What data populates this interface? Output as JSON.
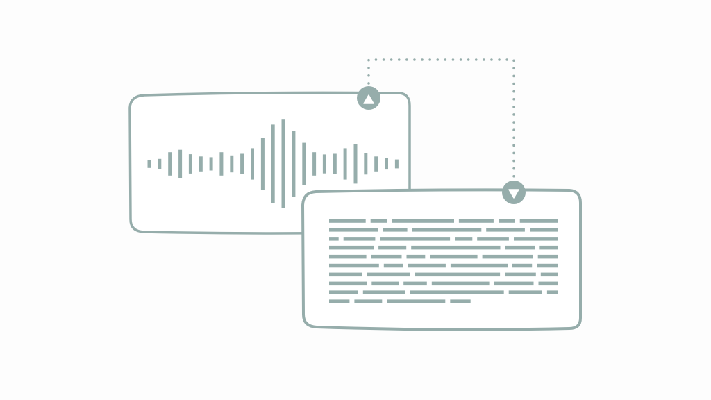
{
  "colors": {
    "background": "#fdfdfd",
    "stroke": "#96adab",
    "panel_fill": "#ffffff"
  },
  "audio_panel": {
    "icon": "upload-arrow-icon",
    "waveform_levels": [
      0.2,
      0.25,
      0.58,
      0.7,
      0.48,
      0.37,
      0.33,
      0.58,
      0.42,
      0.5,
      0.78,
      1.28,
      1.95,
      2.2,
      1.65,
      1.05,
      0.58,
      0.47,
      0.5,
      0.78,
      0.98,
      0.53,
      0.37,
      0.28,
      0.22
    ]
  },
  "text_panel": {
    "icon": "download-arrow-icon",
    "text_lines": [
      [
        1,
        0.45,
        1.7,
        0.95,
        0.45,
        1.05
      ],
      [
        1.2,
        0.6,
        1.7,
        0.95,
        0.7
      ],
      [
        0.3,
        1,
        2.2,
        0.55,
        1,
        1.4
      ],
      [
        1.2,
        0.75,
        2.4,
        0.8,
        0.5
      ],
      [
        1.1,
        0.9,
        0.55,
        1.4,
        1.5,
        0.6
      ],
      [
        1.4,
        0.55,
        1.05,
        1.6,
        0.55,
        0.6
      ],
      [
        0.85,
        1.1,
        2.2,
        0.8,
        0.45
      ],
      [
        1.05,
        0.75,
        0.65,
        1.6,
        1.1,
        0.55
      ],
      [
        0.65,
        0.95,
        2.1,
        0.75,
        0.25
      ],
      [
        0.7,
        0.95,
        2.0,
        0.7
      ]
    ]
  },
  "connector": {
    "style": "dotted",
    "from": "audio_panel",
    "to": "text_panel"
  }
}
